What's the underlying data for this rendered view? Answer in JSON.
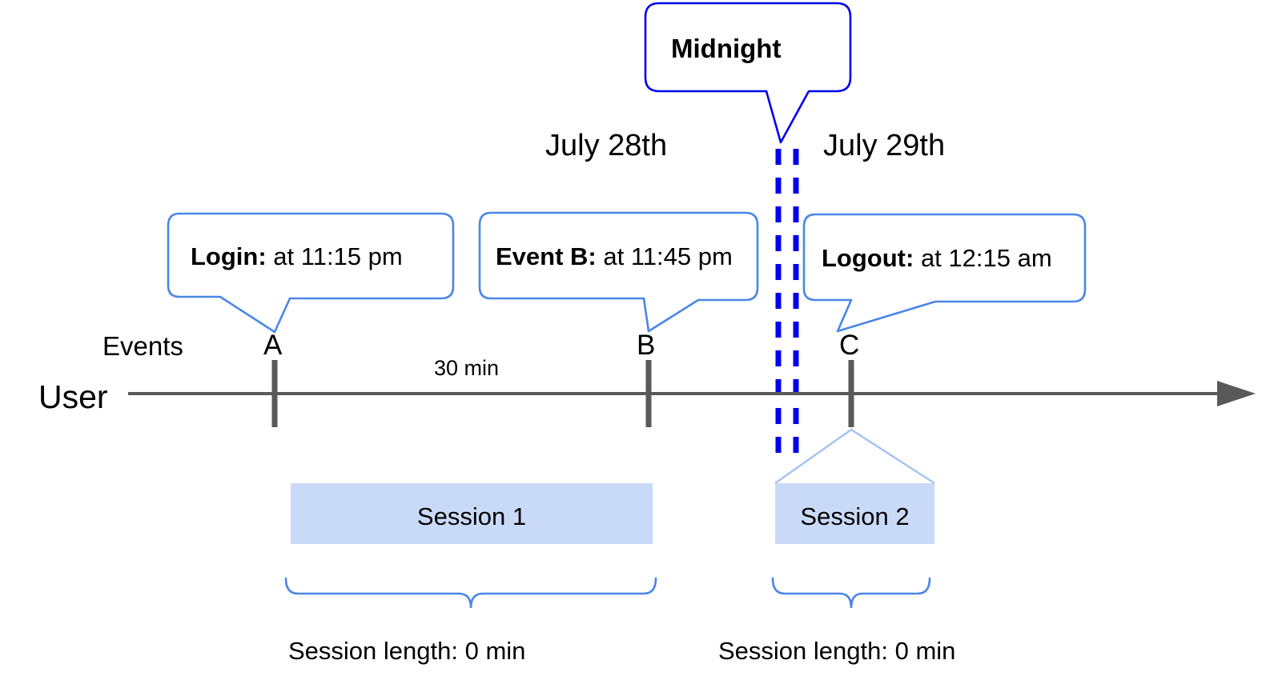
{
  "diagram": {
    "title_callout": {
      "label": "Midnight",
      "border_color": "#0000ee",
      "fill_color": "#ffffff"
    },
    "dates": [
      {
        "label": "July 28th"
      },
      {
        "label": "July 29th"
      }
    ],
    "event_callouts": [
      {
        "name": "login",
        "bold": "Login:",
        "rest": " at 11:15 pm"
      },
      {
        "name": "event-b",
        "bold": "Event B:",
        "rest": " at 11:45 pm"
      },
      {
        "name": "logout",
        "bold": "Logout:",
        "rest": " at 12:15 am"
      }
    ],
    "axis": {
      "row_label": "User",
      "events_label": "Events",
      "line_color": "#595959",
      "tick_labels": [
        "A",
        "B",
        "C"
      ],
      "duration_label": "30 min"
    },
    "sessions": [
      {
        "label": "Session 1",
        "length_label": "Session length: 0 min"
      },
      {
        "label": "Session 2",
        "length_label": "Session length: 0 min"
      }
    ],
    "colors": {
      "callout_border": "#4a86e8",
      "midnight_border": "#0000ee",
      "session_fill": "#c9daf8",
      "brace": "#4a86e8",
      "axis": "#595959",
      "dashed_midnight": "#0000ee"
    }
  }
}
